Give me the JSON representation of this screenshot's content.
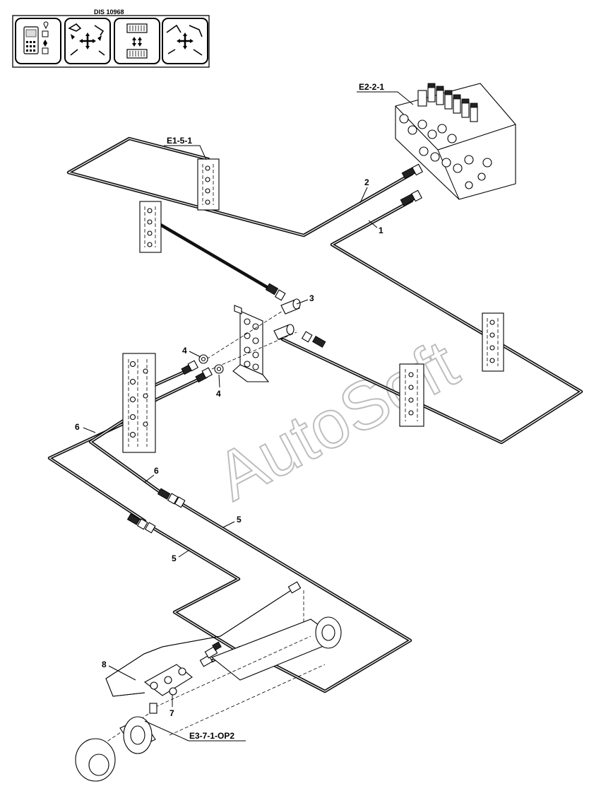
{
  "header": {
    "dis_code": "DIS 10968",
    "icons": [
      {
        "name": "remote-control-icon"
      },
      {
        "name": "excavator-controls-icon"
      },
      {
        "name": "track-controls-icon"
      },
      {
        "name": "boom-controls-icon"
      }
    ]
  },
  "watermark": "AutoSoft",
  "references": {
    "control_valve": "E2-2-1",
    "bracket": "E1-5-1",
    "cylinder": "E3-7-1-OP2"
  },
  "callouts": {
    "c1": "1",
    "c2": "2",
    "c3": "3",
    "c4a": "4",
    "c4b": "4",
    "c5a": "5",
    "c5b": "5",
    "c6a": "6",
    "c6b": "6",
    "c7": "7",
    "c8": "8"
  }
}
